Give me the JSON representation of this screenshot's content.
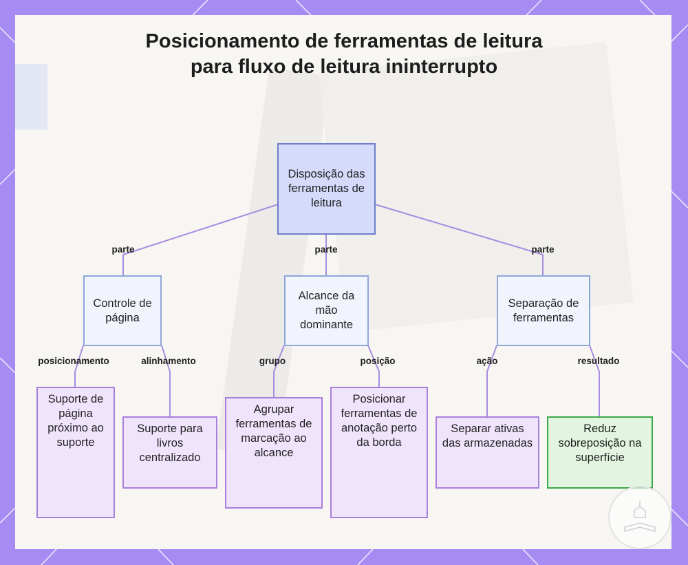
{
  "title": "Posicionamento de ferramentas de leitura para fluxo de leitura ininterrupto",
  "nodes": {
    "root": "Disposição das ferramentas de leitura",
    "controle": "Controle de página",
    "alcance": "Alcance da mão dominante",
    "separacao": "Separação de ferramentas",
    "suporte_pagina": "Suporte de página próximo ao suporte",
    "suporte_livros": "Suporte para livros centralizado",
    "agrupar": "Agrupar ferramentas de marcação ao alcance",
    "posicionar": "Posicionar ferramentas de anotação perto da borda",
    "separar": "Separar ativas das armazenadas",
    "reduz": "Reduz sobreposição na superfície"
  },
  "edges": {
    "parte_1": "parte",
    "parte_2": "parte",
    "parte_3": "parte",
    "posicionamento": "posicionamento",
    "alinhamento": "alinhamento",
    "grupo": "grupo",
    "posicao": "posição",
    "acao": "ação",
    "resultado": "resultado"
  },
  "colors": {
    "frame": "#a68cf2",
    "edge": "#a68ddf",
    "root_fill": "#d6dbfc",
    "mid_fill": "#f1f4fd",
    "leaf_fill": "#efe4fc",
    "result_fill": "#e3f5e1",
    "result_border": "#3aa84a"
  }
}
